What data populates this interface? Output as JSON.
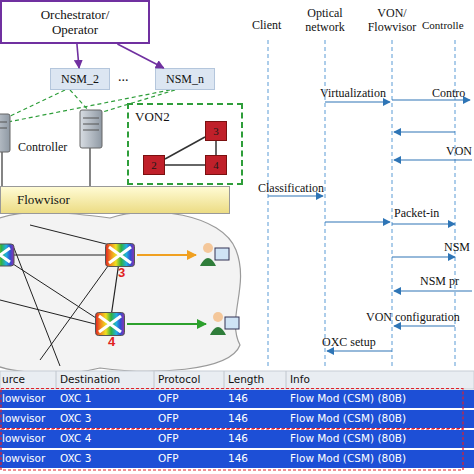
{
  "diagram": {
    "nodes": [
      {
        "text": [
          "Orchestrator/ Operator"
        ]
      },
      {
        "text": [
          "NSM_2"
        ]
      },
      {
        "text": [
          "NSM_n"
        ]
      },
      {
        "text": [
          "VON2"
        ]
      },
      {
        "text": [
          "3"
        ],
        "in": 3
      },
      {
        "text": [
          "2"
        ],
        "in": 3
      },
      {
        "text": [
          "4"
        ],
        "in": 3
      },
      {
        "text": [
          "Flowvisor"
        ]
      },
      {
        "text": [
          "3"
        ]
      },
      {
        "text": [
          "4"
        ]
      }
    ],
    "edges": [
      {
        "from": 0,
        "to": 1,
        "arrow": "to"
      },
      {
        "from": 0,
        "to": 2,
        "arrow": "to"
      },
      {
        "from": 5,
        "to": 4,
        "arrow": "none"
      },
      {
        "from": 4,
        "to": 6,
        "arrow": "none"
      },
      {
        "from": 5,
        "to": 6,
        "arrow": "none"
      },
      {
        "from": 8,
        "to": 9,
        "arrow": "none"
      }
    ],
    "labels": [
      "...",
      "Controller",
      "Client",
      "Optical network",
      "VON/ Flowvisor",
      "Controlle",
      "Contro",
      "Virtualization",
      "VON",
      "Classification",
      "Packet-in",
      "NSM",
      "NSM pr",
      "VON configuration",
      "OXC setup",
      "urce",
      "Destination",
      "Protocol",
      "Length",
      "Info",
      "lowvisor",
      "OXC 1",
      "OFP",
      "146",
      "Flow Mod (CSM) (80B)",
      "lowvisor",
      "OXC 3",
      "OFP",
      "146",
      "Flow Mod (CSM) (80B)",
      "lowvisor",
      "OXC 4",
      "OFP",
      "146",
      "Flow Mod (CSM) (80B)",
      "lowvisor",
      "OXC 3",
      "OFP",
      "146",
      "Flow Mod (CSM) (80B)"
    ]
  }
}
